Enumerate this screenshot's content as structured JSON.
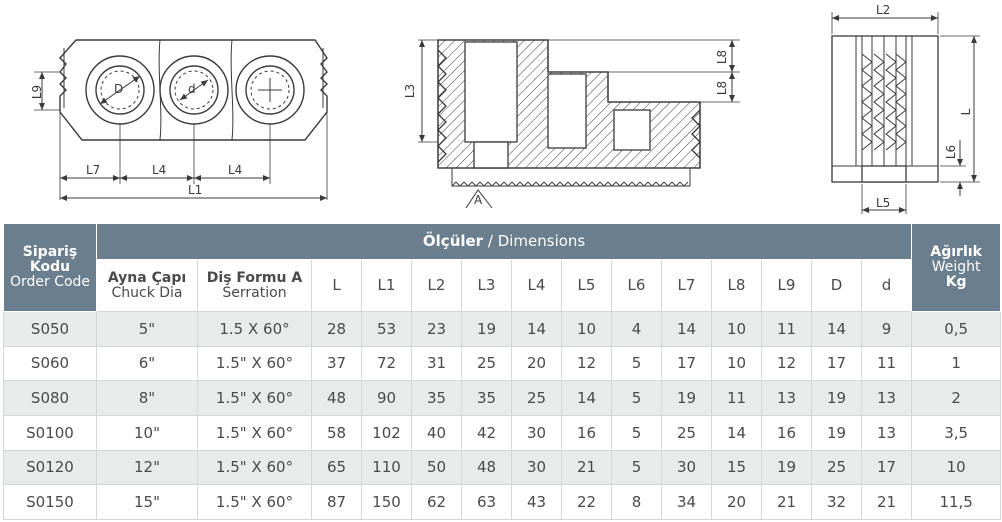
{
  "drawing_labels": {
    "front": {
      "L9": "L9",
      "D": "D",
      "d": "d",
      "L7": "L7",
      "L4a": "L4",
      "L4b": "L4",
      "L1": "L1"
    },
    "section": {
      "L3": "L3",
      "L8a": "L8",
      "L8b": "L8",
      "A": "A"
    },
    "side": {
      "L2": "L2",
      "L": "L",
      "L6": "L6",
      "L5": "L5"
    }
  },
  "table": {
    "code_header": {
      "tr": "Sipariş Kodu",
      "en": "Order Code"
    },
    "dims_header": {
      "tr": "Ölçüler",
      "sep": " / ",
      "en": "Dimensions"
    },
    "weight_header": {
      "tr": "Ağırlık",
      "en": "Weight",
      "unit": "Kg"
    },
    "chuck_header": {
      "tr": "Ayna Çapı",
      "en": "Chuck Dia"
    },
    "serration_header": {
      "tr": "Diş Formu A",
      "en": "Serration"
    },
    "dim_columns": [
      "L",
      "L1",
      "L2",
      "L3",
      "L4",
      "L5",
      "L6",
      "L7",
      "L8",
      "L9",
      "D",
      "d"
    ],
    "rows": [
      {
        "code": "S050",
        "chuck": "5\"",
        "serration": "1.5 X 60°",
        "dims": [
          "28",
          "53",
          "23",
          "19",
          "14",
          "10",
          "4",
          "14",
          "10",
          "11",
          "14",
          "9"
        ],
        "weight": "0,5"
      },
      {
        "code": "S060",
        "chuck": "6\"",
        "serration": "1.5\" X 60°",
        "dims": [
          "37",
          "72",
          "31",
          "25",
          "20",
          "12",
          "5",
          "17",
          "10",
          "12",
          "17",
          "11"
        ],
        "weight": "1"
      },
      {
        "code": "S080",
        "chuck": "8\"",
        "serration": "1.5\" X 60°",
        "dims": [
          "48",
          "90",
          "35",
          "35",
          "25",
          "14",
          "5",
          "19",
          "11",
          "13",
          "19",
          "13"
        ],
        "weight": "2"
      },
      {
        "code": "S0100",
        "chuck": "10\"",
        "serration": "1.5\" X 60°",
        "dims": [
          "58",
          "102",
          "40",
          "42",
          "30",
          "16",
          "5",
          "25",
          "14",
          "16",
          "19",
          "13"
        ],
        "weight": "3,5"
      },
      {
        "code": "S0120",
        "chuck": "12\"",
        "serration": "1.5\" X 60°",
        "dims": [
          "65",
          "110",
          "50",
          "48",
          "30",
          "21",
          "5",
          "30",
          "15",
          "19",
          "25",
          "17"
        ],
        "weight": "10"
      },
      {
        "code": "S0150",
        "chuck": "15\"",
        "serration": "1.5\" X 60°",
        "dims": [
          "87",
          "150",
          "62",
          "63",
          "43",
          "22",
          "8",
          "34",
          "20",
          "21",
          "32",
          "21"
        ],
        "weight": "11,5"
      }
    ]
  },
  "colors": {
    "header_bg": "#6b7e8d",
    "row_alt": "#e9eaea",
    "line": "#3a3a3a",
    "part_fill": "#ffffff"
  }
}
